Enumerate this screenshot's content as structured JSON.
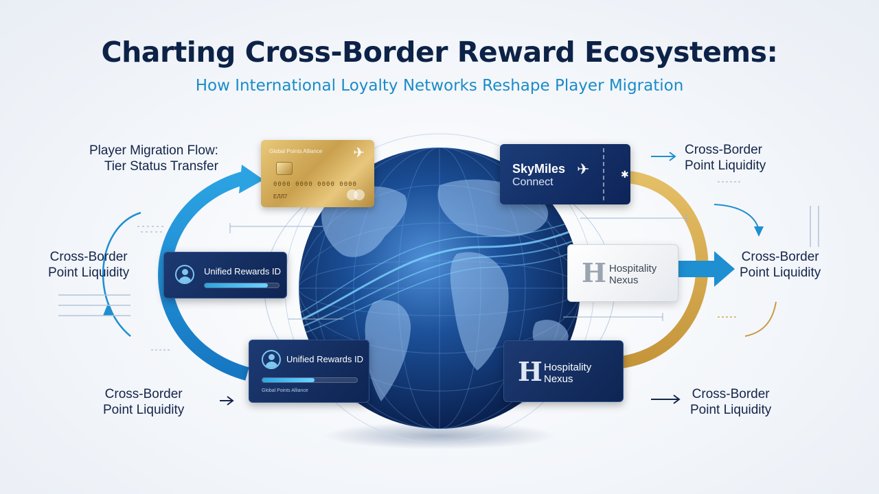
{
  "header": {
    "title": "Charting Cross-Border Reward Ecosystems:",
    "subtitle": "How International Loyalty Networks Reshape Player Migration"
  },
  "labels": {
    "flow_title_line1": "Player Migration Flow:",
    "flow_title_line2": "Tier Status Transfer",
    "liquidity_line1": "Cross-Border",
    "liquidity_line2": "Point Liquidity"
  },
  "cards": {
    "gold_card": {
      "issuer": "Global Points Alliance",
      "number": "0000 0000 0000 0000",
      "holder": "ЕЛЛ7",
      "brand_icon": "plane-icon",
      "colors": {
        "base": "#c9a04e",
        "highlight": "#e9c97a"
      }
    },
    "skymiles": {
      "name_line1": "SkyMiles",
      "name_line2": "Connect",
      "icon": "plane-icon"
    },
    "unified_rewards": {
      "label": "Unified Rewards ID",
      "footer": "Global Points Alliance",
      "icon": "user-avatar-icon",
      "progress_1": 0.85,
      "progress_2": 0.55
    },
    "hospitality": {
      "logo_letter": "H",
      "name_line1": "Hospitality",
      "name_line2": "Nexus"
    }
  },
  "colors": {
    "title": "#0d2247",
    "subtitle": "#1a8cc8",
    "flow_blue": "#1e8fd1",
    "flow_gold": "#d2a84a",
    "globe_dark": "#0c2a5c"
  }
}
